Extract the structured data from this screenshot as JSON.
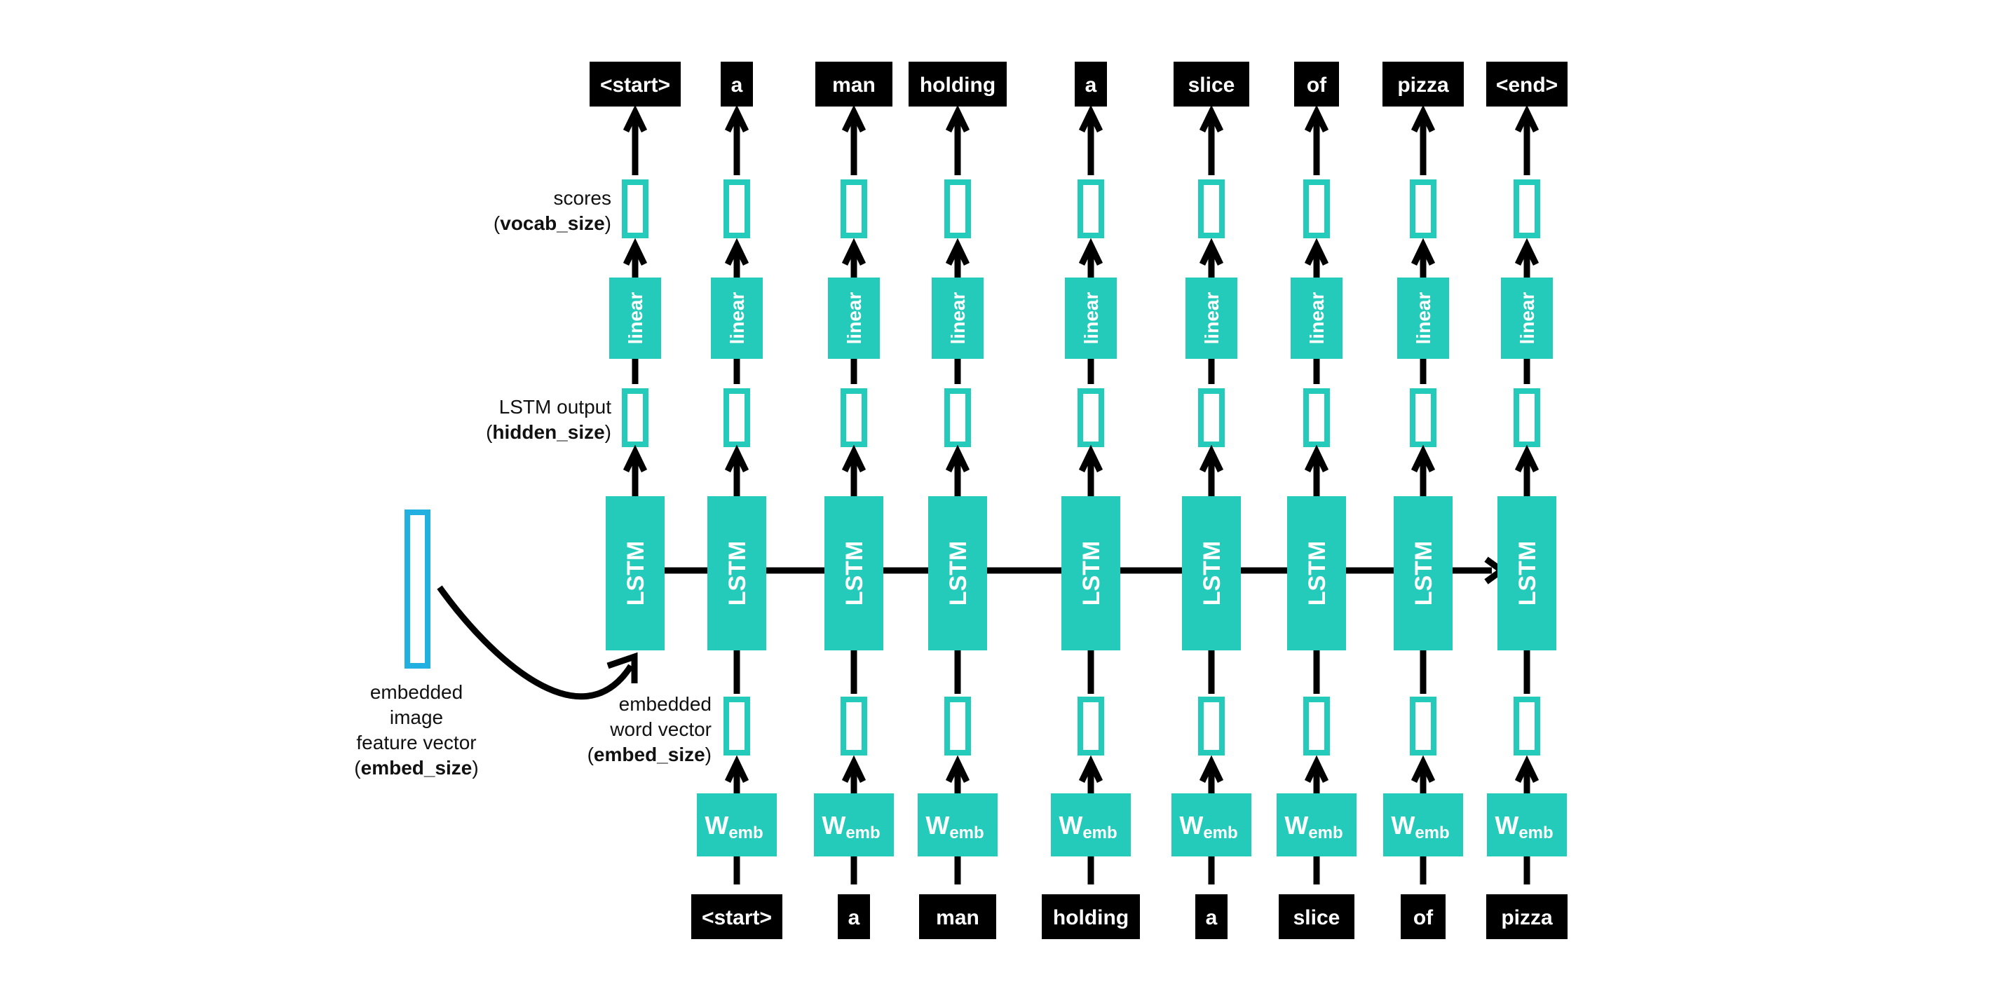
{
  "colors": {
    "block": "#24cbba",
    "image_vector": "#22b0e0",
    "token_bg": "#000000",
    "token_text": "#ffffff",
    "arrow": "#000000"
  },
  "output_tokens": [
    "<start>",
    "a",
    "man",
    "holding",
    "a",
    "slice",
    "of",
    "pizza",
    "<end>"
  ],
  "input_tokens": [
    "<start>",
    "a",
    "man",
    "holding",
    "a",
    "slice",
    "of",
    "pizza"
  ],
  "blocks": {
    "linear_label": "linear",
    "lstm_label": "LSTM",
    "wemb_main": "W",
    "wemb_sub": "emb"
  },
  "labels": {
    "scores": {
      "line1": "scores",
      "open": "(",
      "bold": "vocab_size",
      "close": ")"
    },
    "lstm_output": {
      "line1": "LSTM output",
      "open": "(",
      "bold": "hidden_size",
      "close": ")"
    },
    "word_vector": {
      "line1": "embedded",
      "line2": "word vector",
      "open": "(",
      "bold": "embed_size",
      "close": ")"
    },
    "image_vector": {
      "line1": "embedded",
      "line2": "image",
      "line3": "feature vector",
      "open": "(",
      "bold": "embed_size",
      "close": ")"
    }
  }
}
